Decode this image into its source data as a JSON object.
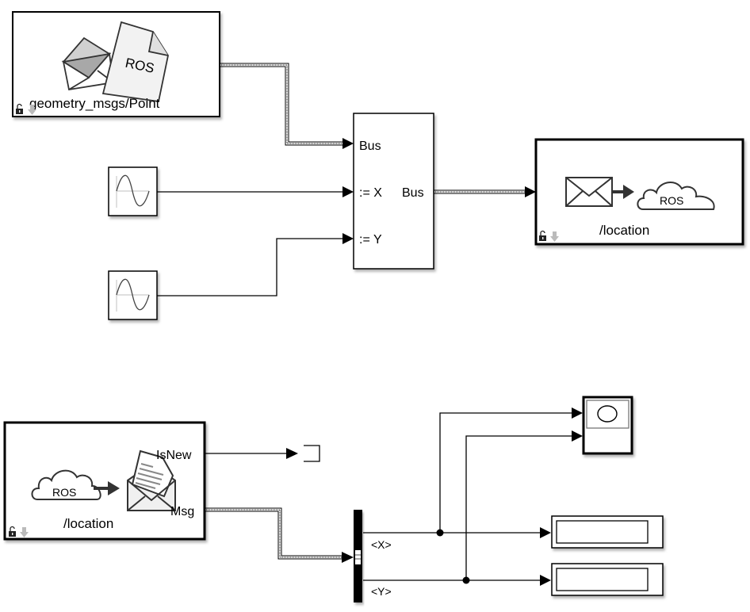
{
  "model": {
    "publish_section": {
      "blank_message_block": {
        "icon": "ros-message-document-icon",
        "icon_text": "ROS",
        "label": "geometry_msgs/Point"
      },
      "sine_wave_1": {
        "icon": "sine-wave-icon"
      },
      "sine_wave_2": {
        "icon": "sine-wave-icon"
      },
      "bus_assignment_block": {
        "inputs": [
          "Bus",
          ":= X",
          ":= Y"
        ],
        "output": "Bus"
      },
      "publish_block": {
        "icon": "publish-envelope-to-cloud-icon",
        "icon_text": "ROS",
        "label": "/location"
      }
    },
    "subscribe_section": {
      "subscribe_block": {
        "icon": "cloud-to-envelope-icon",
        "icon_text": "ROS",
        "label": "/location",
        "outputs": [
          "IsNew",
          "Msg"
        ]
      },
      "terminator_block": {
        "icon": "terminator-icon"
      },
      "bus_selector_block": {
        "outputs": [
          "<X>",
          "<Y>"
        ]
      },
      "xy_graph_block": {
        "icon": "xy-graph-icon"
      },
      "display_x": {
        "value": ""
      },
      "display_y": {
        "value": ""
      }
    },
    "badges": {
      "lock_icon": "lock-icon",
      "link_arrow_icon": "library-link-arrow-icon"
    }
  }
}
